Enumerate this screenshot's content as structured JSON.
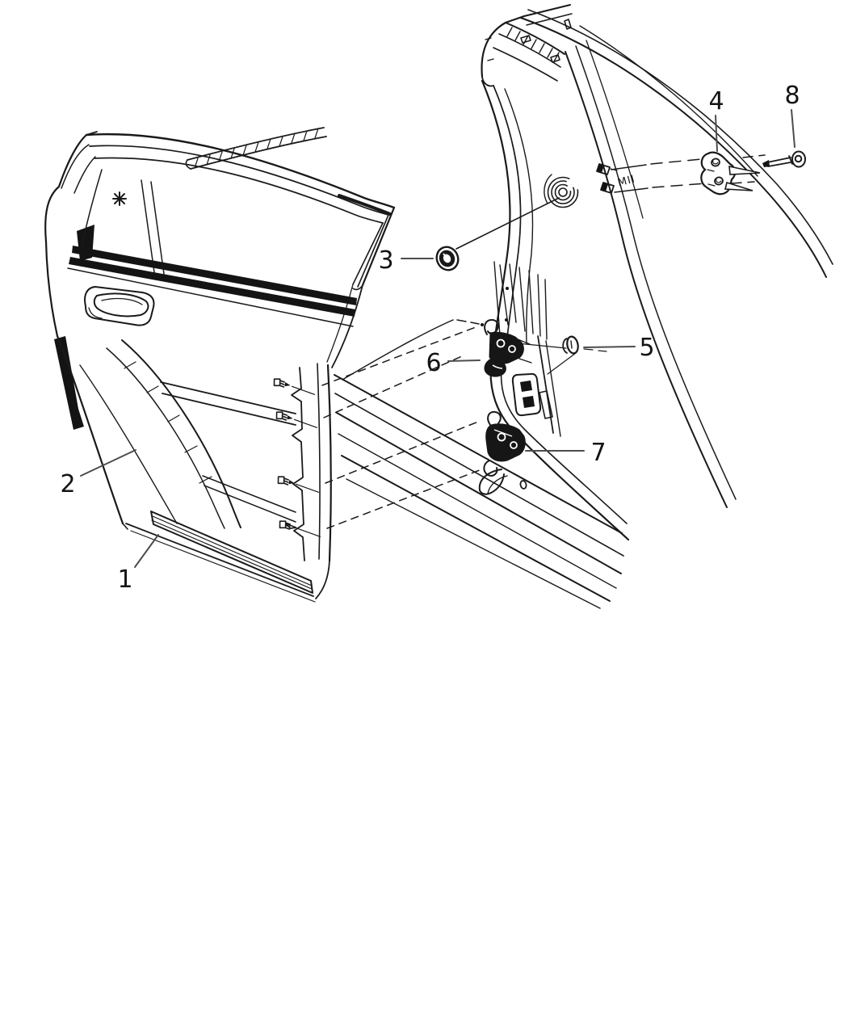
{
  "figure": {
    "kind": "vehicle-rear-door-parts-diagram",
    "background": "#ffffff",
    "line_color": "#1a1a1a",
    "leader_color": "#4d4d4d"
  },
  "markings": {
    "pillar_stamp": "MII"
  },
  "callouts": [
    {
      "id": "1",
      "label": "1"
    },
    {
      "id": "2",
      "label": "2"
    },
    {
      "id": "3",
      "label": "3"
    },
    {
      "id": "4",
      "label": "4"
    },
    {
      "id": "5",
      "label": "5"
    },
    {
      "id": "6",
      "label": "6"
    },
    {
      "id": "7",
      "label": "7"
    },
    {
      "id": "8",
      "label": "8"
    }
  ]
}
